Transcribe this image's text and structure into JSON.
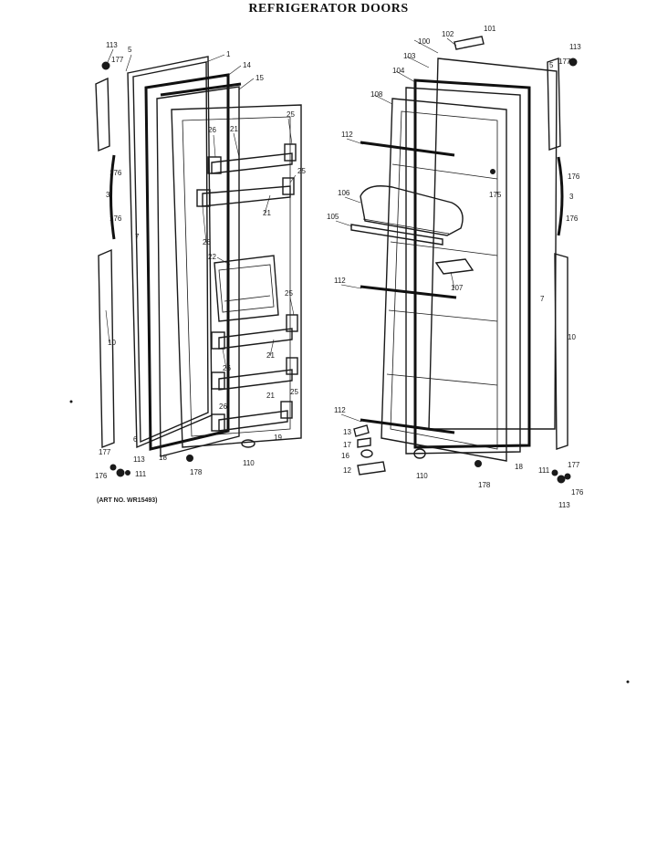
{
  "title": "REFRIGERATOR DOORS",
  "art_number": "(ART NO. WR15493)",
  "left_door_labels": [
    "113",
    "177",
    "5",
    "1",
    "14",
    "15",
    "25",
    "26",
    "21",
    "25",
    "176",
    "3",
    "176",
    "7",
    "21",
    "26",
    "22",
    "25",
    "10",
    "26",
    "21",
    "26",
    "21",
    "25",
    "177",
    "6",
    "18",
    "176",
    "113",
    "111",
    "178",
    "110",
    "19"
  ],
  "right_door_labels": [
    "101",
    "102",
    "100",
    "113",
    "177",
    "103",
    "104",
    "108",
    "112",
    "5",
    "176",
    "175",
    "3",
    "106",
    "105",
    "176",
    "7",
    "112",
    "107",
    "10",
    "112",
    "13",
    "17",
    "16",
    "12",
    "110",
    "178",
    "18",
    "111",
    "177",
    "176",
    "113"
  ]
}
